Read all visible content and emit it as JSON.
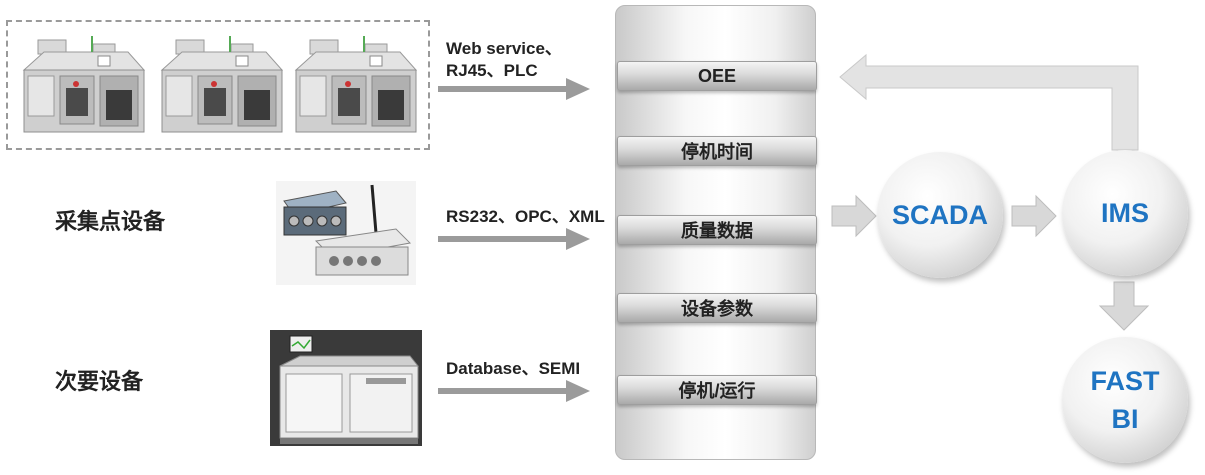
{
  "labels": {
    "collection_devices": "采集点设备",
    "secondary_devices": "次要设备"
  },
  "protocols": {
    "line1": "Web service、",
    "line2": "RJ45、PLC",
    "rs232": "RS232、OPC、XML",
    "database": "Database、SEMI"
  },
  "bars": [
    "OEE",
    "停机时间",
    "质量数据",
    "设备参数",
    "停机/运行"
  ],
  "nodes": {
    "scada": "SCADA",
    "ims": "IMS",
    "fast_line1": "FAST",
    "fast_line2": "BI"
  },
  "colors": {
    "node_text": "#1f74c2",
    "arrow": "#9b9b9b",
    "arrow_light": "#d8d8d8"
  },
  "icons": [
    "smt-machine-icon",
    "data-acquisition-unit-icon",
    "test-equipment-icon"
  ]
}
